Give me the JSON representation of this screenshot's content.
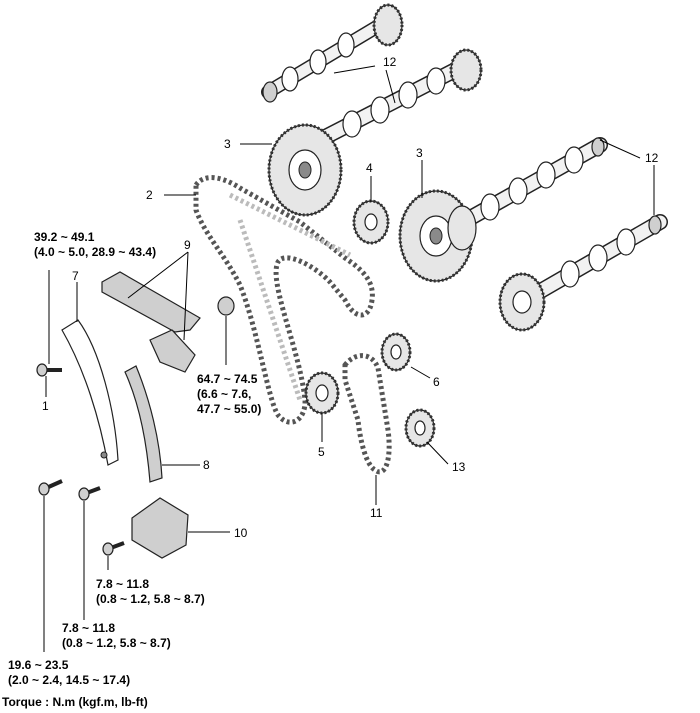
{
  "callouts": {
    "n1": "1",
    "n2": "2",
    "n3a": "3",
    "n3b": "3",
    "n4": "4",
    "n5": "5",
    "n6": "6",
    "n7": "7",
    "n8": "8",
    "n9": "9",
    "n10": "10",
    "n11": "11",
    "n12a": "12",
    "n12b": "12",
    "n13": "13"
  },
  "torques": {
    "t1_line1": "39.2 ~ 49.1",
    "t1_line2": "(4.0 ~ 5.0, 28.9 ~ 43.4)",
    "t2_line1": "64.7 ~ 74.5",
    "t2_line2": "(6.6 ~ 7.6,",
    "t2_line3": "47.7 ~ 55.0)",
    "t3_line1": "7.8 ~ 11.8",
    "t3_line2": "(0.8 ~ 1.2,  5.8 ~ 8.7)",
    "t4_line1": "7.8 ~ 11.8",
    "t4_line2": "(0.8 ~ 1.2,  5.8 ~ 8.7)",
    "t5_line1": "19.6 ~ 23.5",
    "t5_line2": "(2.0 ~ 2.4,  14.5 ~ 17.4)"
  },
  "footer": "Torque : N.m (kgf.m, lb-ft)"
}
